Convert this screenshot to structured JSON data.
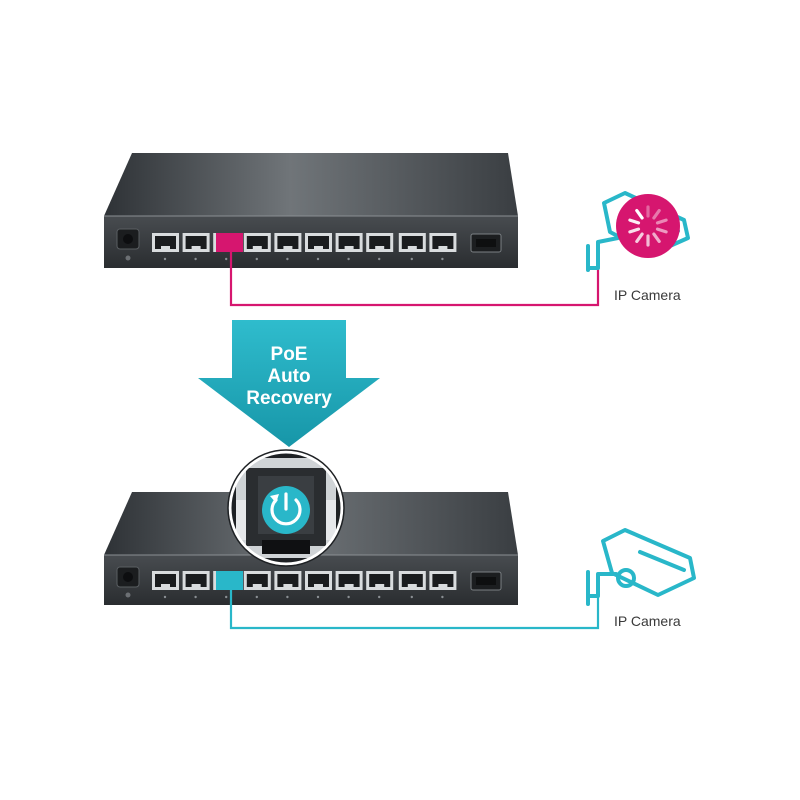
{
  "banner": {
    "line1": "PoE",
    "line2": "Auto",
    "line3": "Recovery"
  },
  "top_scene": {
    "camera_label": "IP Camera",
    "state": "fault"
  },
  "bottom_scene": {
    "camera_label": "IP Camera",
    "state": "recovered"
  },
  "icons": {
    "fault": "loading-spinner-icon",
    "recovery": "power-restart-icon",
    "camera": "security-camera-icon"
  },
  "colors": {
    "fault": "#d6166f",
    "recovered": "#29b7c9",
    "banner": "#1faabc",
    "switch_body": "#3f4347"
  }
}
